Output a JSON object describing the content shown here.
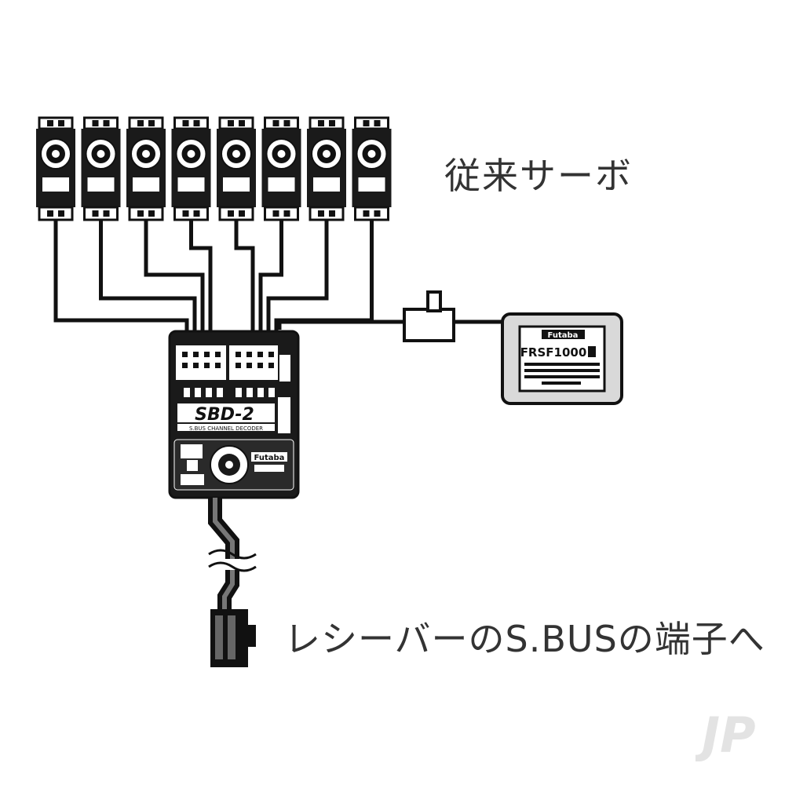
{
  "labels": {
    "servo": "従来サーボ",
    "receiver": "レシーバーのS.BUSの端子へ"
  },
  "decoder": {
    "model": "SBD-2",
    "brand": "Futaba",
    "subtitle": "S.BUS CHANNEL DECODER"
  },
  "sensor": {
    "brand": "Futaba",
    "model": "FRSF1000"
  },
  "watermark": {
    "text": "JP"
  },
  "servo_count": 8,
  "colors": {
    "line": "#111111",
    "body": "#1a1a1a",
    "panel": "#ffffff",
    "sensor_fill": "#d9d9d9",
    "text": "#333333"
  }
}
